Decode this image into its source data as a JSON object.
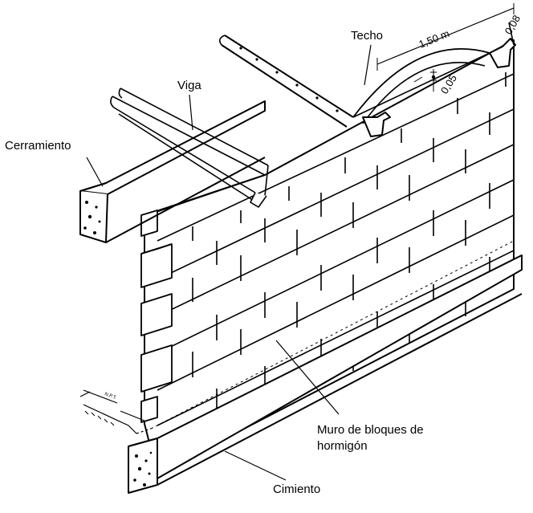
{
  "labels": {
    "techo": "Techo",
    "viga": "Viga",
    "cerramiento": "Cerramiento",
    "muro_line1": "Muro de bloques de",
    "muro_line2": "hormigón",
    "cimiento": "Cimiento"
  },
  "dimensions": {
    "span": "1,50 m",
    "thickness_top": "0,08",
    "thickness_mid": "0,05"
  },
  "markers": {
    "npt": "N.P.T."
  },
  "colors": {
    "ink": "#000000",
    "paper": "#ffffff"
  }
}
